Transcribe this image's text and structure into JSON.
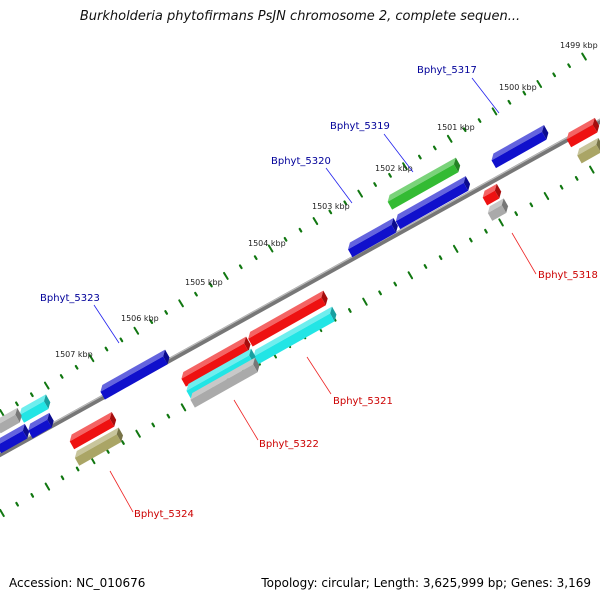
{
  "title": "Burkholderia phytofirmans PsJN chromosome 2, complete sequen...",
  "accession": "Accession: NC_010676",
  "summary": "Topology: circular; Length: 3,625,999 bp; Genes: 3,169",
  "colors": {
    "forward_gene": "#1010cc",
    "reverse_gene": "#ee1111",
    "cyan": "#22e5e5",
    "green": "#33bb33",
    "gray": "#aaaaaa",
    "olive": "#aaa566",
    "axis": "#777777",
    "tick": "#117711",
    "forward_label": "#000099",
    "reverse_label": "#cc0000"
  },
  "ticks": [
    {
      "label": "1499 kbp"
    },
    {
      "label": "1500 kbp"
    },
    {
      "label": "1501 kbp"
    },
    {
      "label": "1502 kbp"
    },
    {
      "label": "1503 kbp"
    },
    {
      "label": "1504 kbp"
    },
    {
      "label": "1505 kbp"
    },
    {
      "label": "1506 kbp"
    },
    {
      "label": "1507 kbp"
    }
  ],
  "gene_labels": [
    {
      "name": "Bphyt_5317",
      "strand": "forward"
    },
    {
      "name": "Bphyt_5319",
      "strand": "forward"
    },
    {
      "name": "Bphyt_5320",
      "strand": "forward"
    },
    {
      "name": "Bphyt_5323",
      "strand": "forward"
    },
    {
      "name": "Bphyt_5318",
      "strand": "reverse"
    },
    {
      "name": "Bphyt_5321",
      "strand": "reverse"
    },
    {
      "name": "Bphyt_5322",
      "strand": "reverse"
    },
    {
      "name": "Bphyt_5324",
      "strand": "reverse"
    }
  ]
}
